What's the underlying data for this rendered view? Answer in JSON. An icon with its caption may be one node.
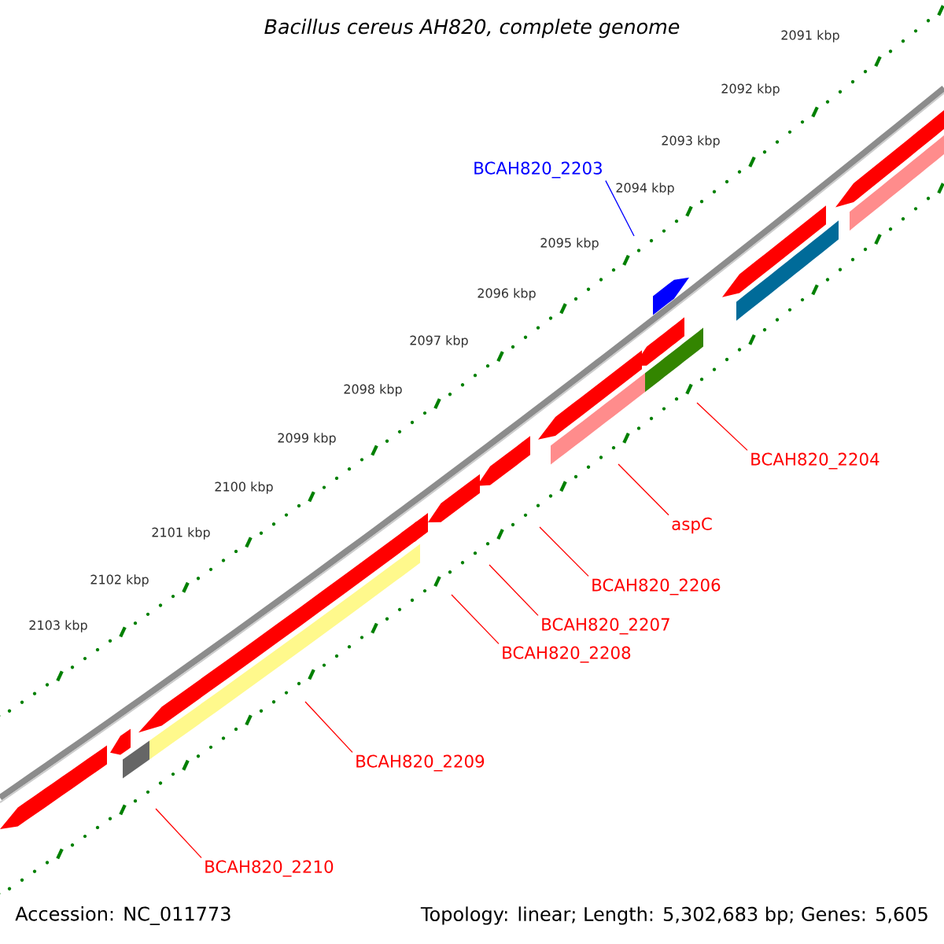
{
  "diagram": {
    "title": "Bacillus cereus AH820, complete genome",
    "nodes": [
      {
        "text": [
          "BCAH820_2203"
        ]
      },
      {
        "text": [
          "BCAH820_2204"
        ]
      },
      {
        "text": [
          "aspC"
        ]
      },
      {
        "text": [
          "BCAH820_2206"
        ]
      },
      {
        "text": [
          "BCAH820_2207"
        ]
      },
      {
        "text": [
          "BCAH820_2208"
        ]
      },
      {
        "text": [
          "BCAH820_2209"
        ]
      },
      {
        "text": [
          "BCAH820_2210"
        ]
      }
    ],
    "edges": [
      {
        "from": 0,
        "to": null,
        "arrow": "none",
        "color": "#0000ff"
      },
      {
        "from": 1,
        "to": null,
        "arrow": "none"
      },
      {
        "from": 2,
        "to": null,
        "arrow": "none"
      },
      {
        "from": 3,
        "to": null,
        "arrow": "none"
      },
      {
        "from": 4,
        "to": null,
        "arrow": "none"
      },
      {
        "from": 5,
        "to": null,
        "arrow": "none"
      },
      {
        "from": 6,
        "to": null,
        "arrow": "none"
      },
      {
        "from": 7,
        "to": null,
        "arrow": "none"
      }
    ],
    "labels": [
      "2091 kbp",
      "2092 kbp",
      "2093 kbp",
      "2094 kbp",
      "2095 kbp",
      "2096 kbp",
      "2097 kbp",
      "2098 kbp",
      "2099 kbp",
      "2100 kbp",
      "2101 kbp",
      "2102 kbp",
      "2103 kbp",
      "Accession: NC_011773",
      "Topology: linear; Length: 5,302,683 bp; Genes: 5,605"
    ]
  }
}
